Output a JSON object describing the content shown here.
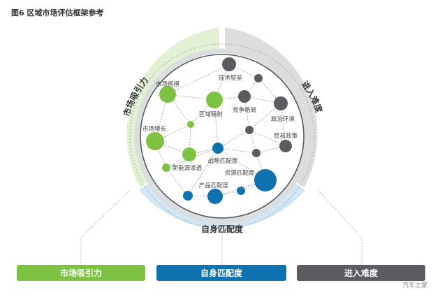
{
  "figure": {
    "title": "图6 区域市场评估框架参考"
  },
  "ring": {
    "left_label": "市场吸引力",
    "right_label": "进入难度",
    "bottom_label": "自身匹配度"
  },
  "nodes": {
    "tech_barrier": "技术壁垒",
    "market_scale": "市场规模",
    "regional_radiation": "区域辐射",
    "competition": "竞争格局",
    "policy_env": "政治环境",
    "market_growth": "市场增长",
    "trade_policy": "贸易政策",
    "strategy_fit": "战略匹配度",
    "new_energy": "新能源渗透",
    "resource_fit": "资源匹配度",
    "product_fit": "产品匹配度"
  },
  "legend": {
    "attractiveness": "市场吸引力",
    "fit": "自身匹配度",
    "difficulty": "进入难度"
  },
  "watermark": "汽车之家",
  "colors": {
    "green": "#7dc242",
    "blue": "#0f72b0",
    "gray": "#5a5c61",
    "light_green": "#e2f1d3",
    "light_blue": "#d1e7f4",
    "light_gray": "#dcdddf"
  }
}
